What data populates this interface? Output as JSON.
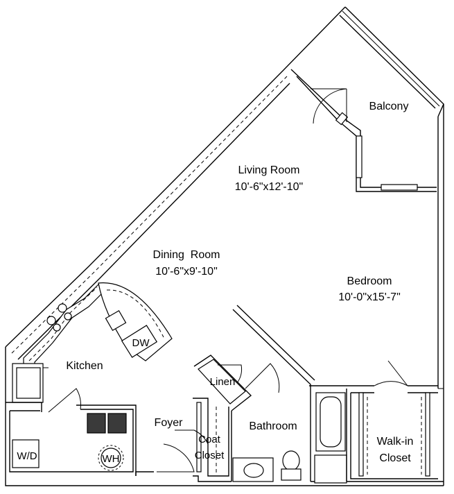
{
  "rooms": {
    "balcony": {
      "name": "Balcony"
    },
    "living_room": {
      "name": "Living Room",
      "size": "10'-6\"x12'-10\""
    },
    "dining_room": {
      "name": "Dining  Room",
      "size": "10'-6\"x9'-10\""
    },
    "bedroom": {
      "name": "Bedroom",
      "size": "10'-0\"x15'-7\""
    },
    "kitchen": {
      "name": "Kitchen"
    },
    "linen": {
      "name": "Linen"
    },
    "foyer": {
      "name": "Foyer"
    },
    "coat_closet": {
      "line1": "Coat",
      "line2": "Closet"
    },
    "bathroom": {
      "name": "Bathroom"
    },
    "walk_in_closet": {
      "line1": "Walk-in",
      "line2": "Closet"
    }
  },
  "fixtures": {
    "dishwasher": "DW",
    "washer_dryer": "W/D",
    "water_heater": "WH"
  }
}
